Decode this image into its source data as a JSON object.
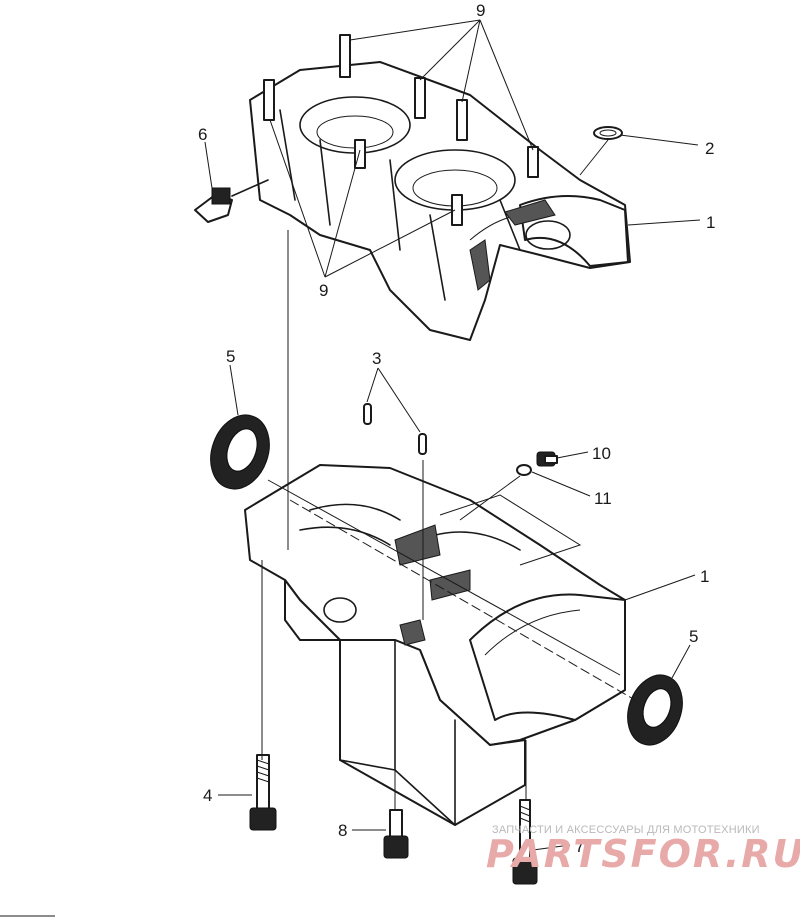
{
  "diagram": {
    "callouts": {
      "c1a": "1",
      "c1b": "1",
      "c2": "2",
      "c3": "3",
      "c4": "4",
      "c5a": "5",
      "c5b": "5",
      "c6": "6",
      "c7": "7",
      "c8": "8",
      "c9a": "9",
      "c9b": "9",
      "c10": "10",
      "c11": "11"
    }
  },
  "watermark": {
    "tagline": "ЗАПЧАСТИ И АКСЕССУАРЫ ДЛЯ МОТОТЕХНИКИ",
    "brand": "PARTSFOR.RU"
  }
}
